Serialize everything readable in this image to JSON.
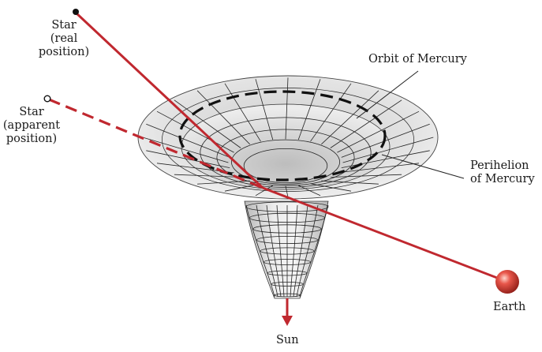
{
  "labels": {
    "star_real_1": "Star",
    "star_real_2": "(real",
    "star_real_3": "position)",
    "star_apparent_1": "Star",
    "star_apparent_2": "(apparent",
    "star_apparent_3": "position)",
    "orbit": "Orbit of Mercury",
    "perihelion_1": "Perihelion",
    "perihelion_2": "of Mercury",
    "earth": "Earth",
    "sun": "Sun"
  },
  "colors": {
    "light_ray": "#c0282f",
    "funnel_fill": "#e9e9e9",
    "funnel_dark": "#c9c9c9",
    "grid_line": "#222222",
    "orbit_line": "#111111",
    "earth": "#d23a2e"
  },
  "icons": {
    "real_star": "filled-dot",
    "apparent_star": "open-circle",
    "earth": "red-sphere",
    "sun_arrow": "down-arrow"
  }
}
